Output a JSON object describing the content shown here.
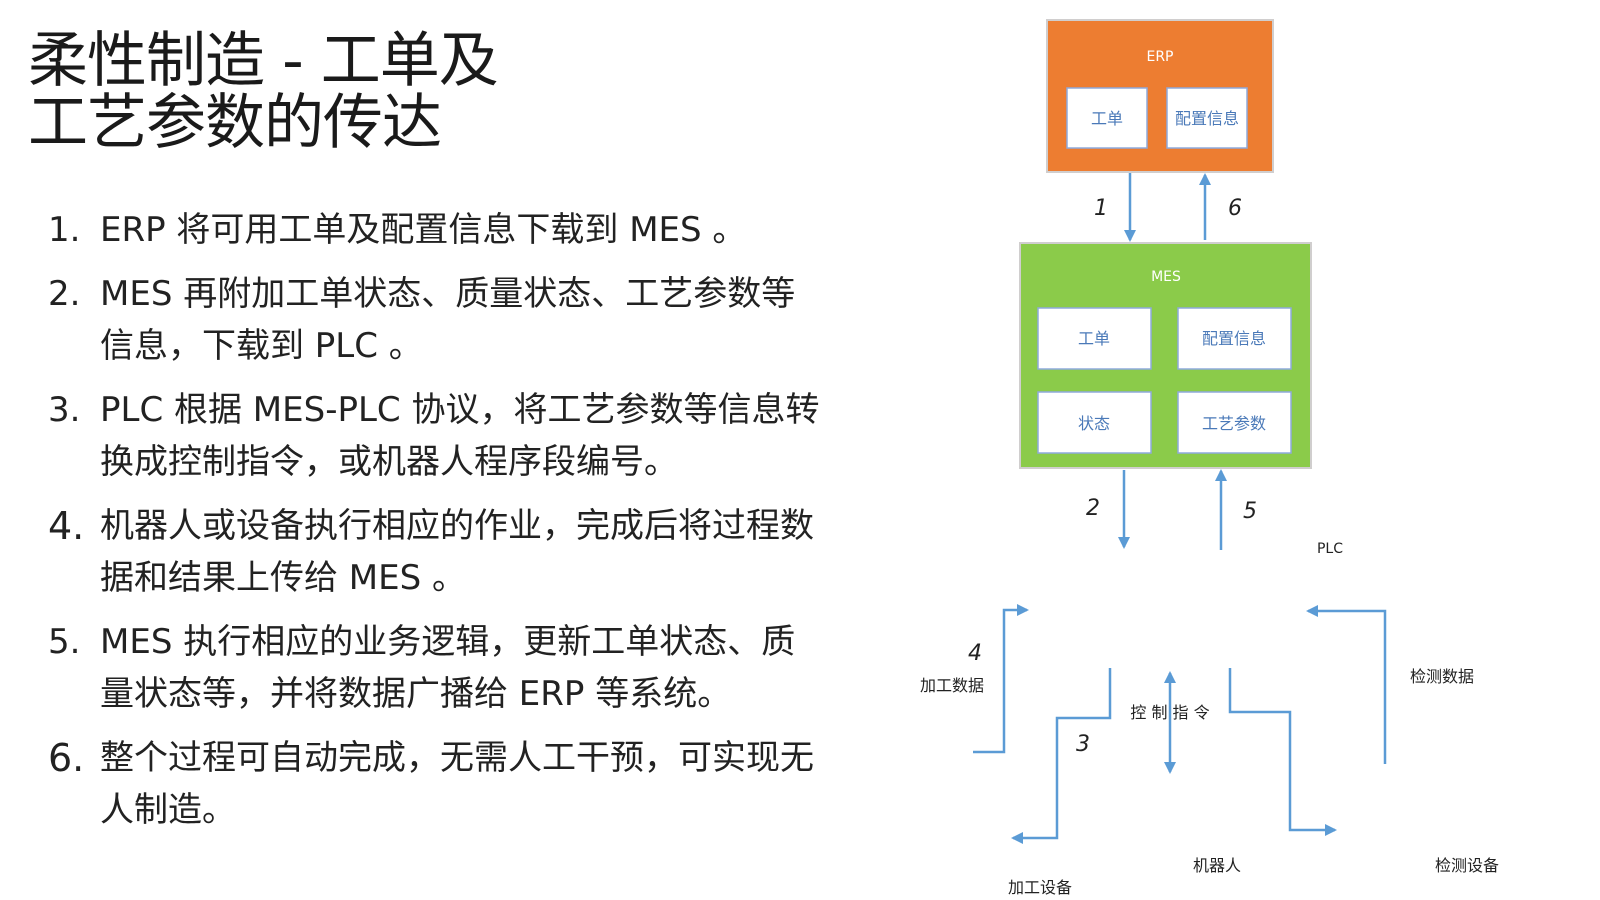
{
  "slide": {
    "title_line1": "柔性制造 - 工单及",
    "title_line2": "工艺参数的传达"
  },
  "steps": [
    {
      "num": "1.",
      "text": "ERP 将可用工单及配置信息下载到 MES 。"
    },
    {
      "num": "2.",
      "text": "MES 再附加工单状态、质量状态、工艺参数等信息，下载到 PLC 。"
    },
    {
      "num": "3.",
      "text": "PLC 根据 MES-PLC 协议，将工艺参数等信息转换成控制指令，或机器人程序段编号。"
    },
    {
      "num": "4.",
      "text": "机器人或设备执行相应的作业，完成后将过程数据和结果上传给 MES 。"
    },
    {
      "num": "5.",
      "text": "MES 执行相应的业务逻辑，更新工单状态、质量状态等，并将数据广播给 ERP 等系统。"
    },
    {
      "num": "6.",
      "text": "整个过程可自动完成，无需人工干预，可实现无人制造。"
    }
  ],
  "diagram": {
    "erp": {
      "label": "ERP",
      "color": "#ed7d31",
      "items": [
        "工单",
        "配置信息"
      ]
    },
    "mes": {
      "label": "MES",
      "color": "#8bcb4a",
      "items": [
        "工单",
        "配置信息",
        "状态",
        "工艺参数"
      ]
    },
    "plc": {
      "label": "PLC"
    },
    "arrow_labels": [
      "1",
      "6",
      "2",
      "5",
      "4",
      "3"
    ],
    "side_labels": {
      "process_data": "加工数据",
      "control_cmd": "控 制  指 令",
      "inspection_data": "检测数据"
    },
    "devices": {
      "machining": "加工设备",
      "robot": "机器人",
      "inspection": "检测设备"
    },
    "arrow_color": "#5b9bd5",
    "item_text_color": "#4a79b8"
  }
}
